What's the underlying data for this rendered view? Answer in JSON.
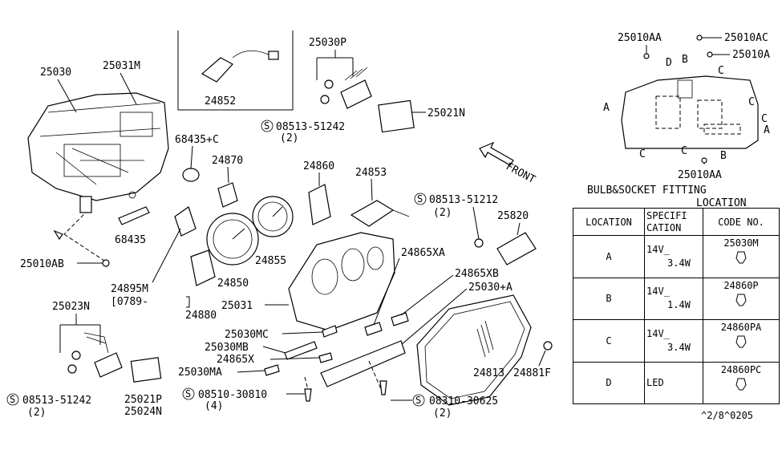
{
  "labels": {
    "p25030": "25030",
    "p25031M": "25031M",
    "p24852": "24852",
    "p25030P": "25030P",
    "p25021N": "25021N",
    "s08513_a": "08513-51242",
    "s08513_a_qty": "(2)",
    "p68435C": "68435+C",
    "p24870": "24870",
    "p24860": "24860",
    "p24853": "24853",
    "s08513_b": "08513-51212",
    "s08513_b_qty": "(2)",
    "p25820": "25820",
    "p68435": "68435",
    "p25010AB": "25010AB",
    "p24895M": "24895M",
    "p24895M_note": "[0789-",
    "p24855": "24855",
    "p24850": "24850",
    "p24880": "24880",
    "p25031": "25031",
    "p24865XA": "24865XA",
    "p24865XB": "24865XB",
    "p25030A": "25030+A",
    "p25023N": "25023N",
    "p25030MC": "25030MC",
    "p25030MB": "25030MB",
    "p24865X": "24865X",
    "p25030MA": "25030MA",
    "p24813": "24813",
    "p24881F": "24881F",
    "s08513_c": "08513-51242",
    "s08513_c_qty": "(2)",
    "p25021P": "25021P",
    "p25024N": "25024N",
    "s08510": "08510-30810",
    "s08510_qty": "(4)",
    "s08310": "08310-30625",
    "s08310_qty": "(2)",
    "front": "FRONT",
    "p25010AA_top": "25010AA",
    "p25010AC": "25010AC",
    "p25010A": "25010A",
    "p25010AA_bot": "25010AA",
    "loc_A1": "A",
    "loc_B1": "B",
    "loc_C1": "C",
    "loc_D": "D",
    "loc_C2": "C",
    "loc_A2": "A",
    "loc_C3": "C",
    "loc_C4": "C",
    "loc_B2": "B",
    "loc_C5": "C",
    "screw_symbol": "S",
    "footer_code": "^2/8^0205"
  },
  "bulb_table": {
    "title": "BULB&SOCKET FITTING",
    "subtitle": "LOCATION",
    "headers": {
      "location": "LOCATION",
      "spec": "SPECIFICATION",
      "code": "CODE NO."
    },
    "header_split": {
      "spec_line1": "SPECIFI",
      "spec_line2": "CATION"
    },
    "rows": [
      {
        "location": "A",
        "spec_line1": "14V",
        "spec_line2": "3.4W",
        "code": "25030M"
      },
      {
        "location": "B",
        "spec_line1": "14V",
        "spec_line2": "1.4W",
        "code": "24860P"
      },
      {
        "location": "C",
        "spec_line1": "14V",
        "spec_line2": "3.4W",
        "code": "24860PA"
      },
      {
        "location": "D",
        "spec_line1": "LED",
        "spec_line2": "",
        "code": "24860PC"
      }
    ]
  }
}
